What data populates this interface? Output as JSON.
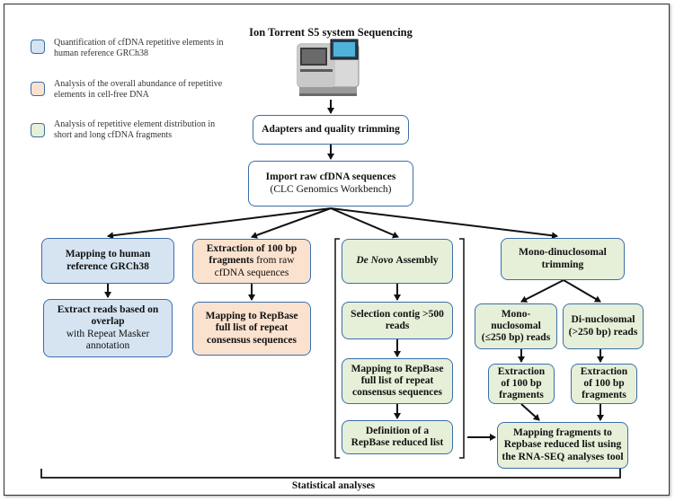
{
  "title": "Ion Torrent S5 system Sequencing",
  "legend": [
    {
      "text": "Quantification of cfDNA repetitive elements in human reference GRCh38",
      "color": "#d6e4f2"
    },
    {
      "text": "Analysis of the overall abundance of repetitive elements in cell-free DNA",
      "color": "#fbe2cf"
    },
    {
      "text": "Analysis of repetitive element distribution in short and long cfDNA fragments",
      "color": "#e6efd8"
    }
  ],
  "boxes": {
    "adapters": {
      "bold": "Adapters and quality trimming"
    },
    "import": {
      "bold": "Import raw cfDNA sequences",
      "normal": "(CLC Genomics Workbench)"
    },
    "mapping_human": {
      "bold": "Mapping to human reference GRCh38"
    },
    "extract_reads": {
      "bold": "Extract reads based on overlap",
      "normal": "with Repeat Masker annotation"
    },
    "extraction_100": {
      "bold": "Extraction of 100 bp fragments",
      "normal": "from raw cfDNA sequences"
    },
    "mapping_repbase_full": {
      "bold": "Mapping to RepBase full list of repeat consensus sequences"
    },
    "denovo": {
      "italic": "De Novo",
      "normal": "Assembly"
    },
    "selection_contig": {
      "bold": "Selection contig >500 reads"
    },
    "mapping_repbase_full2": {
      "bold": "Mapping to RepBase full list of repeat consensus sequences"
    },
    "definition": {
      "bold": "Definition of a RepBase reduced list"
    },
    "mono_di": {
      "bold": "Mono-dinuclosomal trimming"
    },
    "mono": {
      "bold": "Mono-nuclosomal (≤250 bp) reads"
    },
    "di": {
      "bold": "Di-nuclosomal (>250 bp) reads"
    },
    "extraction_mono": {
      "bold": "Extraction of 100 bp fragments"
    },
    "extraction_di": {
      "bold": "Extraction of 100 bp fragments"
    },
    "mapping_fragments": {
      "bold": "Mapping fragments to Repbase reduced list using the RNA-SEQ analyses tool"
    }
  },
  "footer": "Statistical analyses"
}
